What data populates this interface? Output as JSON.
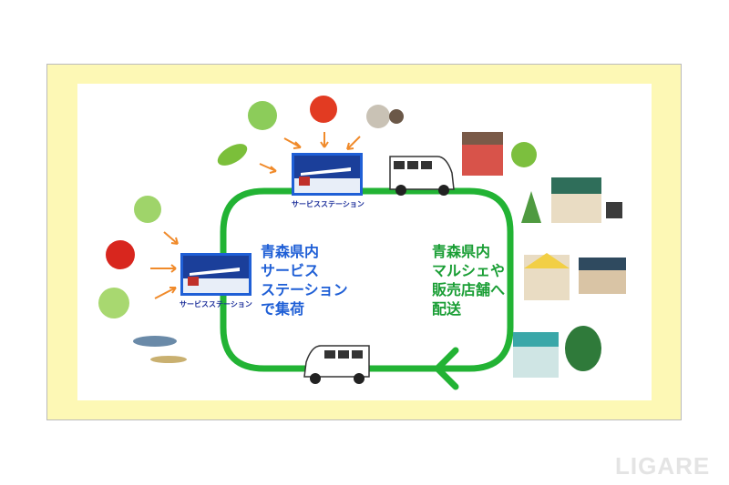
{
  "diagram": {
    "left_text": "青森県内\nサービス\nステーション\nで集荷",
    "right_text": "青森県内\nマルシェや\n販売店舗へ\n配送",
    "station_label_top": "サービスステーション",
    "station_label_left": "サービスステーション"
  },
  "watermark": "LIGARE",
  "colors": {
    "loop": "#22b334",
    "frame": "#fdf8b5",
    "arrow": "#f08a2a",
    "station": "#1f5fd6"
  }
}
